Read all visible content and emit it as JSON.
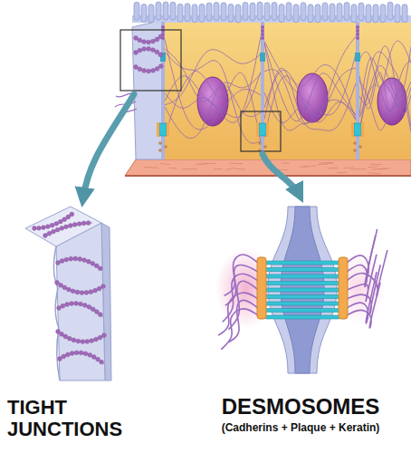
{
  "diagram": {
    "labels": [
      "TIGHT JUNCTIONS",
      "DESMOSOMES",
      "(Cadherins + Plaque + Keratin)"
    ]
  }
}
